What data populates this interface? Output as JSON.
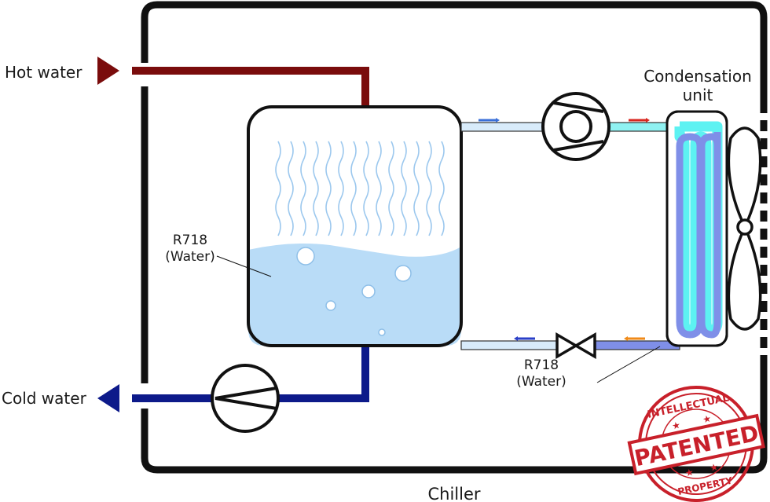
{
  "labels": {
    "hot_water": "Hot water",
    "cold_water": "Cold water",
    "condensation_line1": "Condensation",
    "condensation_line2": "unit",
    "chiller": "Chiller",
    "r718_tank_line1": "R718",
    "r718_tank_line2": "(Water)",
    "r718_pipe_line1": "R718",
    "r718_pipe_line2": "(Water)"
  },
  "stamp": {
    "top_text": "INTELLECTUAL",
    "main_text": "PATENTED",
    "bottom_text": "PROPERTY",
    "color": "#c8202a"
  },
  "colors": {
    "hot_pipe": "#7a0c0c",
    "cold_pipe": "#0d1a8a",
    "water": "#b9dcf7",
    "vapor": "#9cc8ee",
    "coil_fill": "#7f8fe8",
    "coil_edge": "#5df2f2",
    "frame": "#111111"
  },
  "icons": [
    "compressor-icon",
    "pump-icon",
    "expansion-valve-icon",
    "fan-icon",
    "flow-arrow-icon"
  ]
}
